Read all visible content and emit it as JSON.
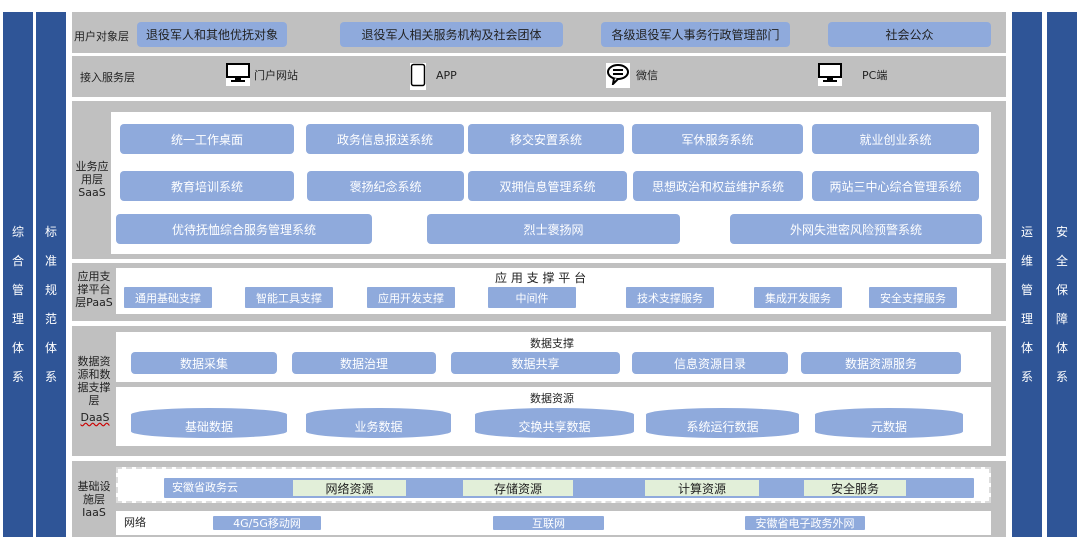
{
  "left_columns": [
    {
      "label": "综合管理体系"
    },
    {
      "label": "标准规范体系"
    }
  ],
  "right_columns": [
    {
      "label": "运维管理体系"
    },
    {
      "label": "安全保障体系"
    }
  ],
  "user_layer": {
    "label": "用户对象层",
    "items": [
      "退役军人和其他优抚对象",
      "退役军人相关服务机构及社会团体",
      "各级退役军人事务行政管理部门",
      "社会公众"
    ]
  },
  "access_layer": {
    "label": "接入服务层",
    "items": [
      {
        "label": "门户网站",
        "icon": "monitor-icon"
      },
      {
        "label": "APP",
        "icon": "tablet-icon"
      },
      {
        "label": "微信",
        "icon": "chat-icon"
      },
      {
        "label": "PC端",
        "icon": "monitor-icon"
      }
    ]
  },
  "saas_layer": {
    "label": "业务应用层SaaS",
    "items": [
      "统一工作桌面",
      "政务信息报送系统",
      "移交安置系统",
      "军休服务系统",
      "就业创业系统",
      "教育培训系统",
      "褒扬纪念系统",
      "双拥信息管理系统",
      "思想政治和权益维护系统",
      "两站三中心综合管理系统",
      "优待抚恤综合服务管理系统",
      "烈士褒扬网",
      "外网失泄密风险预警系统"
    ]
  },
  "paas_layer": {
    "label": "应用支撑平台层PaaS",
    "title": "应 用 支 撑 平 台",
    "items": [
      "通用基础支撑",
      "智能工具支撑",
      "应用开发支撑",
      "中间件",
      "技术支撑服务",
      "集成开发服务",
      "安全支撑服务"
    ]
  },
  "daas_layer": {
    "label": "数据资源和数据支撑层",
    "label_suffix": "DaaS",
    "support_title": "数据支撑",
    "support_items": [
      "数据采集",
      "数据治理",
      "数据共享",
      "信息资源目录",
      "数据资源服务"
    ],
    "resource_title": "数据资源",
    "resource_items": [
      "基础数据",
      "业务数据",
      "交换共享数据",
      "系统运行数据",
      "元数据"
    ]
  },
  "iaas_layer": {
    "label": "基础设施层IaaS",
    "cloud": "安徽省政务云",
    "cloud_items": [
      "网络资源",
      "存储资源",
      "计算资源",
      "安全服务"
    ],
    "network_label": "网络",
    "network_items": [
      "4G/5G移动网",
      "互联网",
      "安徽省电子政务外网"
    ]
  },
  "colors": {
    "bar": "#2f5597",
    "chip": "#8faadc",
    "gray": "#c0c0c0",
    "green": "#e2efd9"
  }
}
